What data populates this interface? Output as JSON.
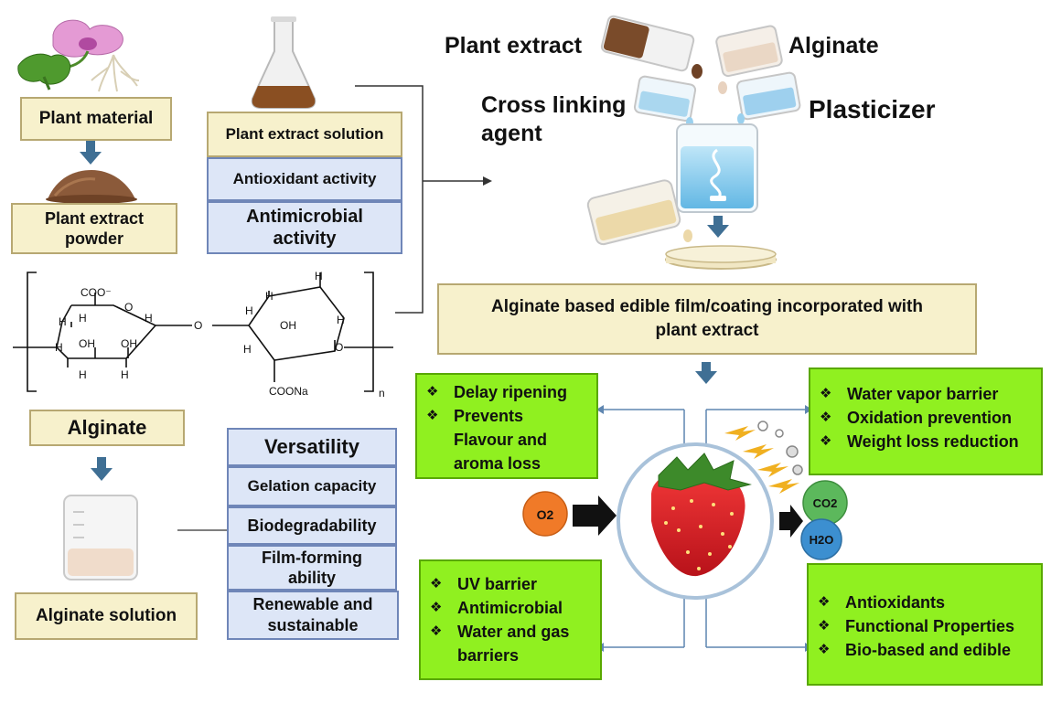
{
  "materials": {
    "plant_material": "Plant material",
    "plant_extract_powder": "Plant extract powder",
    "plant_extract_solution": "Plant extract solution",
    "antioxidant_activity": "Antioxidant activity",
    "antimicrobial_activity": "Antimicrobial activity"
  },
  "mixing": {
    "plant_extract": "Plant extract",
    "alginate": "Alginate",
    "cross_linking_agent": "Cross linking agent",
    "plasticizer": "Plasticizer"
  },
  "structure": {
    "coo": "COO⁻",
    "coona": "COONa",
    "oh": "OH",
    "h": "H",
    "o": "O",
    "n": "n"
  },
  "alginate": {
    "label": "Alginate",
    "solution": "Alginate solution",
    "properties": [
      "Versatility",
      "Gelation capacity",
      "Biodegradability",
      "Film-forming ability",
      "Renewable and sustainable"
    ]
  },
  "result_box": "Alginate based edible film/coating incorporated with plant extract",
  "benefits": {
    "top_left": [
      "Delay ripening",
      "Prevents Flavour and aroma loss"
    ],
    "top_right": [
      "Water vapor barrier",
      "Oxidation prevention",
      "Weight loss reduction"
    ],
    "bottom_left": [
      "UV barrier",
      "Antimicrobial",
      "Water and gas barriers"
    ],
    "bottom_right": [
      "Antioxidants",
      "Functional Properties",
      "Bio-based and edible"
    ]
  },
  "gases": {
    "o2": "O2",
    "co2": "CO2",
    "h2o": "H2O"
  },
  "colors": {
    "cream_box": "#f7f1cc",
    "blue_box": "#dde6f7",
    "green_box": "#90f020",
    "arrow_blue": "#3f6f94",
    "o2_orange": "#f07a28",
    "co2_green": "#5cb85c",
    "h2o_blue": "#3c8fd0"
  }
}
